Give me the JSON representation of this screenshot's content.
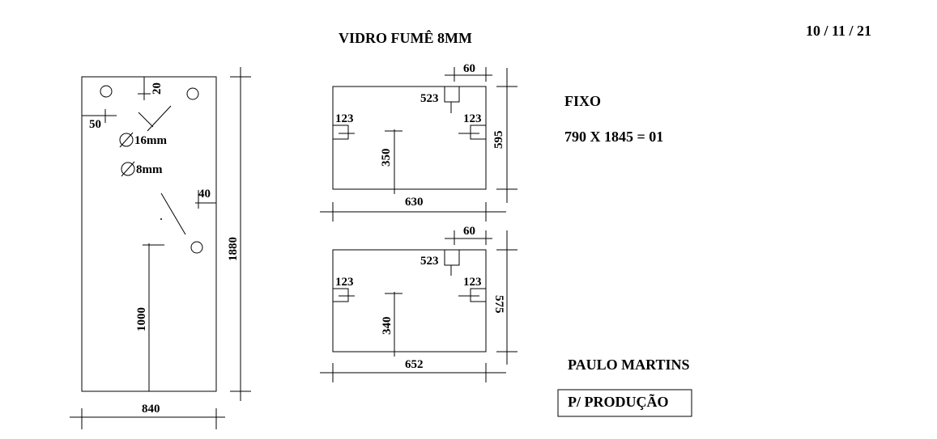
{
  "header": {
    "title": "VIDRO FUMÊ 8MM",
    "date": "10 / 11 / 21"
  },
  "panel_left": {
    "hole_offset_top": "20",
    "hole_offset_side": "50",
    "hole_16_label": "16mm",
    "hole_8_label": "8mm",
    "side_offset": "40",
    "height_marker": "1000",
    "total_height": "1880",
    "width": "840"
  },
  "panel_top": {
    "notch_width": "60",
    "notch_offset": "523",
    "left_notch": "123",
    "right_notch": "123",
    "inner_height": "350",
    "height": "595",
    "width": "630"
  },
  "panel_bottom": {
    "notch_width": "60",
    "notch_offset": "523",
    "left_notch": "123",
    "right_notch": "123",
    "inner_height": "340",
    "height": "575",
    "width": "652"
  },
  "fixed": {
    "label": "FIXO",
    "spec": "790 X 1845 = 01"
  },
  "author": "PAULO MARTINS",
  "stamp": "P/ PRODUÇÃO"
}
